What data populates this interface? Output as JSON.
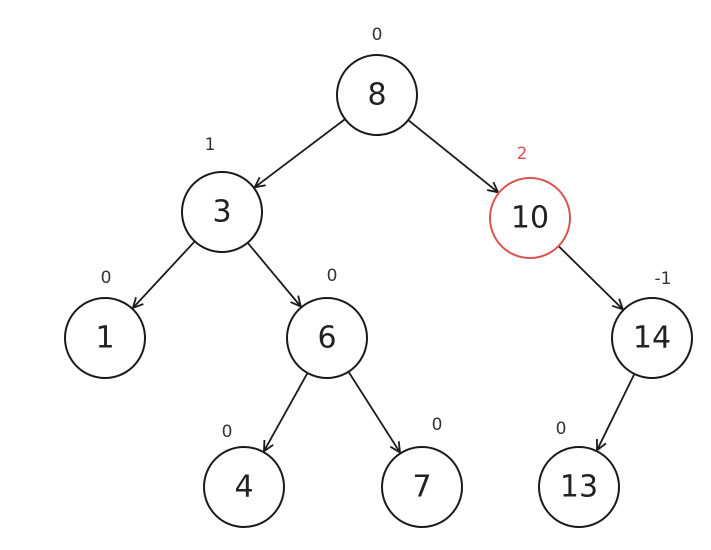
{
  "colors": {
    "line": "#1a1a1a",
    "highlight": "#d9534f",
    "node_fill": "#ffffff"
  },
  "nodes": [
    {
      "id": "8",
      "label": "8",
      "balance_factor": "0",
      "highlighted": false
    },
    {
      "id": "3",
      "label": "3",
      "balance_factor": "1",
      "highlighted": false
    },
    {
      "id": "10",
      "label": "10",
      "balance_factor": "2",
      "highlighted": true
    },
    {
      "id": "1",
      "label": "1",
      "balance_factor": "0",
      "highlighted": false
    },
    {
      "id": "6",
      "label": "6",
      "balance_factor": "0",
      "highlighted": false
    },
    {
      "id": "14",
      "label": "14",
      "balance_factor": "-1",
      "highlighted": false
    },
    {
      "id": "4",
      "label": "4",
      "balance_factor": "0",
      "highlighted": false
    },
    {
      "id": "7",
      "label": "7",
      "balance_factor": "0",
      "highlighted": false
    },
    {
      "id": "13",
      "label": "13",
      "balance_factor": "0",
      "highlighted": false
    }
  ],
  "edges": [
    {
      "from": "8",
      "to": "3"
    },
    {
      "from": "8",
      "to": "10"
    },
    {
      "from": "3",
      "to": "1"
    },
    {
      "from": "3",
      "to": "6"
    },
    {
      "from": "10",
      "to": "14"
    },
    {
      "from": "6",
      "to": "4"
    },
    {
      "from": "6",
      "to": "7"
    },
    {
      "from": "14",
      "to": "13"
    }
  ]
}
